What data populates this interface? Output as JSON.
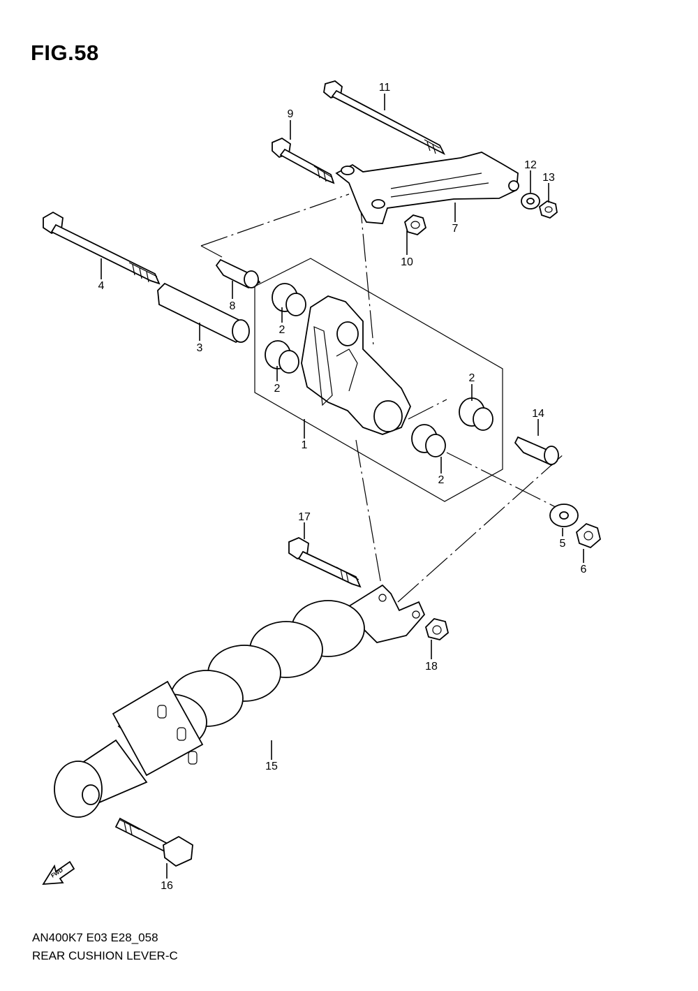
{
  "figure": {
    "title": "FIG.58",
    "model_code": "AN400K7 E03 E28_058",
    "name": "REAR CUSHION LEVER-C"
  },
  "fwd_label": "FWD",
  "callouts": [
    "11",
    "9",
    "12",
    "13",
    "7",
    "10",
    "4",
    "8",
    "3",
    "2",
    "2",
    "2",
    "2",
    "1",
    "14",
    "17",
    "5",
    "6",
    "18",
    "15",
    "16"
  ]
}
